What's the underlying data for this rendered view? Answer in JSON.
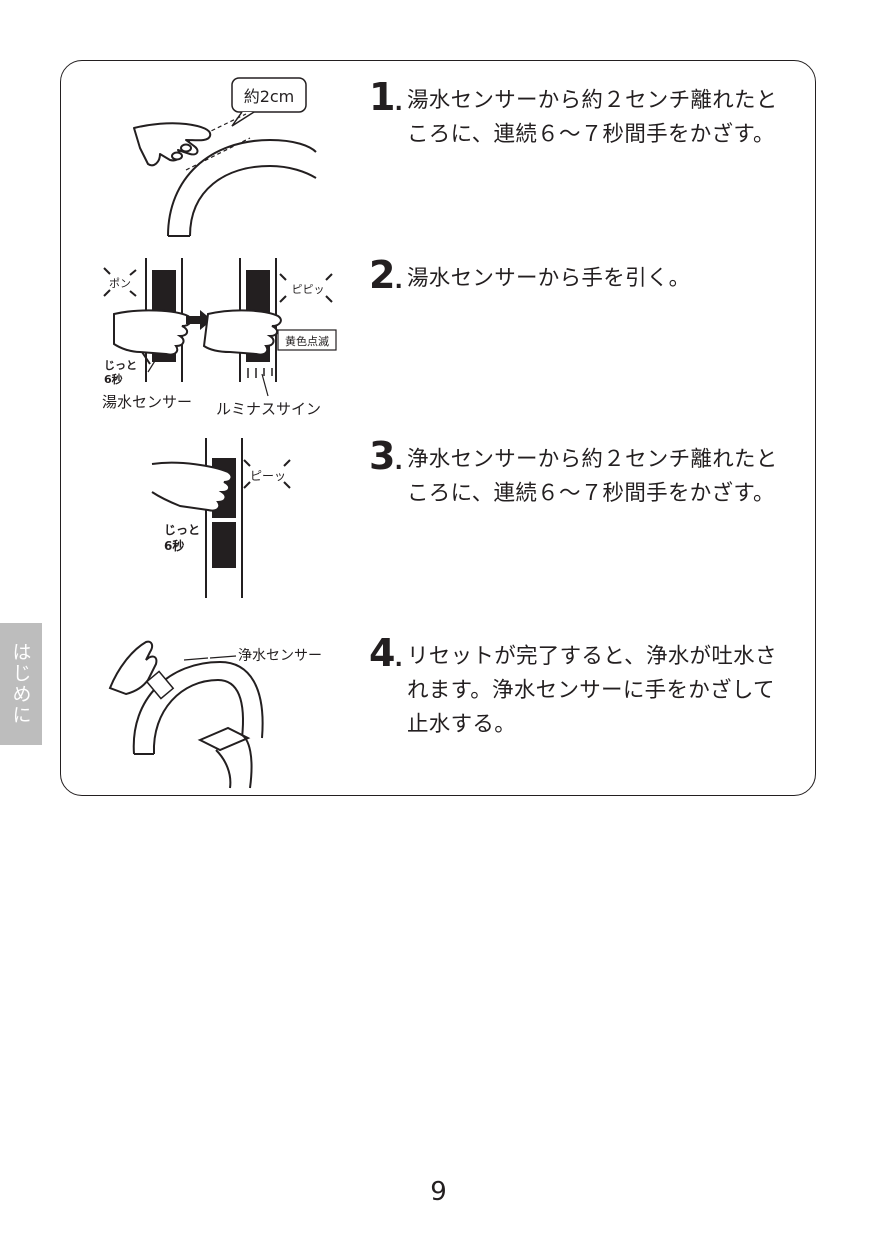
{
  "side_tab": {
    "label": "はじめに"
  },
  "steps": [
    {
      "number": "1",
      "lines": [
        "湯水センサーから約２センチ離れたと",
        "ころに、連続６～７秒間手をかざす。"
      ]
    },
    {
      "number": "2",
      "lines": [
        "湯水センサーから手を引く。"
      ]
    },
    {
      "number": "3",
      "lines": [
        "浄水センサーから約２センチ離れたと",
        "ころに、連続６～７秒間手をかざす。"
      ]
    },
    {
      "number": "4",
      "lines": [
        "リセットが完了すると、浄水が吐水さ",
        "れます。浄水センサーに手をかざして",
        "止水する。"
      ]
    }
  ],
  "illustrations": {
    "step1": {
      "distance_label": "約2cm"
    },
    "step2": {
      "sound_pon": "ポン",
      "sound_pipi": "ピピッ",
      "hold_line1": "じっと",
      "hold_line2": "6秒",
      "sensor_label": "湯水センサー",
      "lumi_label": "ルミナスサイン",
      "blink_label": "黄色点滅"
    },
    "step3": {
      "sound_beep": "ピーッ",
      "hold_line1": "じっと",
      "hold_line2": "6秒"
    },
    "step4": {
      "sensor_label": "浄水センサー"
    }
  },
  "page_number": "9"
}
